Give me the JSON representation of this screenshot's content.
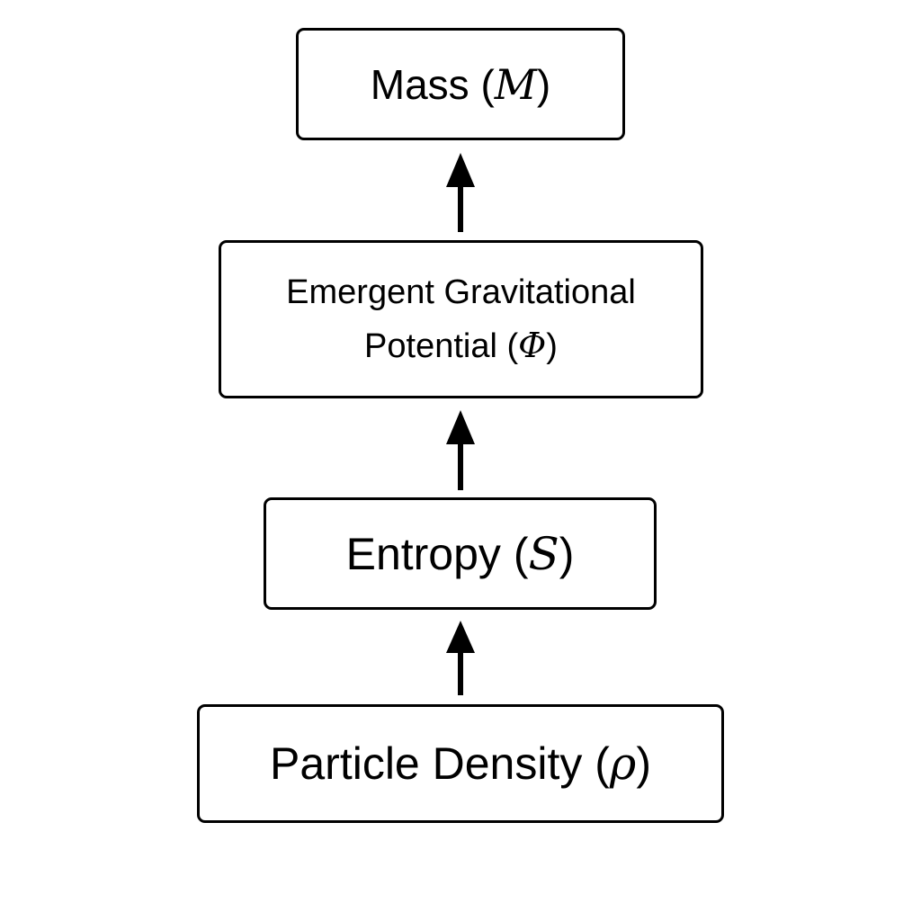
{
  "diagram": {
    "nodes": [
      {
        "id": "mass",
        "label": "Mass (",
        "symbol": "M",
        "close": ")"
      },
      {
        "id": "potential",
        "label_line1": "Emergent Gravitational",
        "label_line2": "Potential (",
        "symbol": "Φ",
        "close": ")"
      },
      {
        "id": "entropy",
        "label": "Entropy (",
        "symbol": "S",
        "close": ")"
      },
      {
        "id": "density",
        "label": "Particle Density (",
        "symbol": "ρ",
        "close": ")"
      }
    ],
    "edges": [
      {
        "from": "density",
        "to": "entropy"
      },
      {
        "from": "entropy",
        "to": "potential"
      },
      {
        "from": "potential",
        "to": "mass"
      }
    ],
    "colors": {
      "stroke": "#000000",
      "fill": "#ffffff",
      "text": "#000000"
    }
  }
}
